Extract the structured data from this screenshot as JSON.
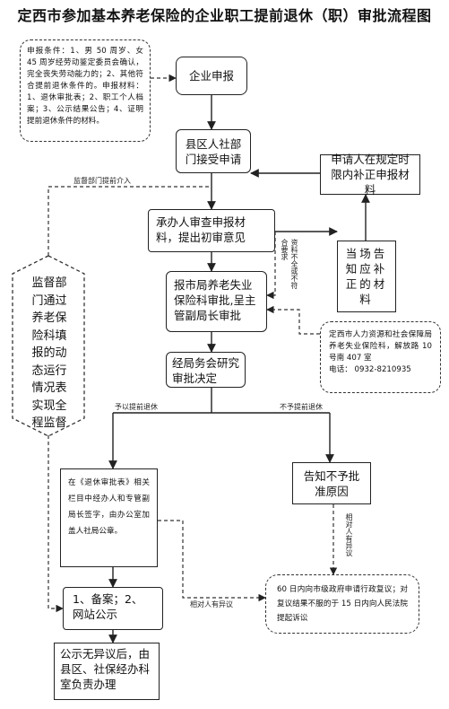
{
  "title": "定西市参加基本养老保险的企业职工提前退休（职）审批流程图",
  "nodes": {
    "conditions": "申报条件：1、男 50 周岁、女 45 周岁经劳动鉴定委员会确认，完全丧失劳动能力的；2、其他符合提前退休条件的。申报材料：1、退休审批表；2、职工个人档案；3、公示结果公告；4、证明提前退休条件的材料。",
    "apply": "企业申报",
    "county_accept": "县区人社部门接受申请",
    "supplement": "申请人在规定时限内补正申报材料",
    "review": "承办人审查申报材料，提出初审意见",
    "notify_supplement": "当场告知应补正的材料",
    "city_review": "报市局养老失业保险科审批,呈主管副局长审批",
    "contact": "定西市人力资源和社会保障局养老失业保险科，解放路 10 号南 407 室",
    "phone": "电话： 0932-8210935",
    "meeting": "经局务会研究审批决定",
    "supervise": "监督部门通过养老保险科填报的动态运行情况表实现全程监督",
    "retire_form": "在《退休审批表》相关栏目中经办人和专管副局长签字，由办公室加盖人社局公章。",
    "reject": "告知不予批准原因",
    "filing": "1、备案；2、网站公示",
    "appeal": "60 日内向市级政府申请行政复议；对复议结果不服的于 15 日内向人民法院提起诉讼",
    "final": "公示无异议后，由县区、社保经办科室负责办理"
  },
  "edge_labels": {
    "supervise_intervene": "监督部门提前介入",
    "incomplete": "资料不全或不符合要求",
    "approve": "予以提前退休",
    "disapprove": "不予提前退休",
    "objection": "相对人有异议",
    "objection_v": "相对人有异议"
  }
}
